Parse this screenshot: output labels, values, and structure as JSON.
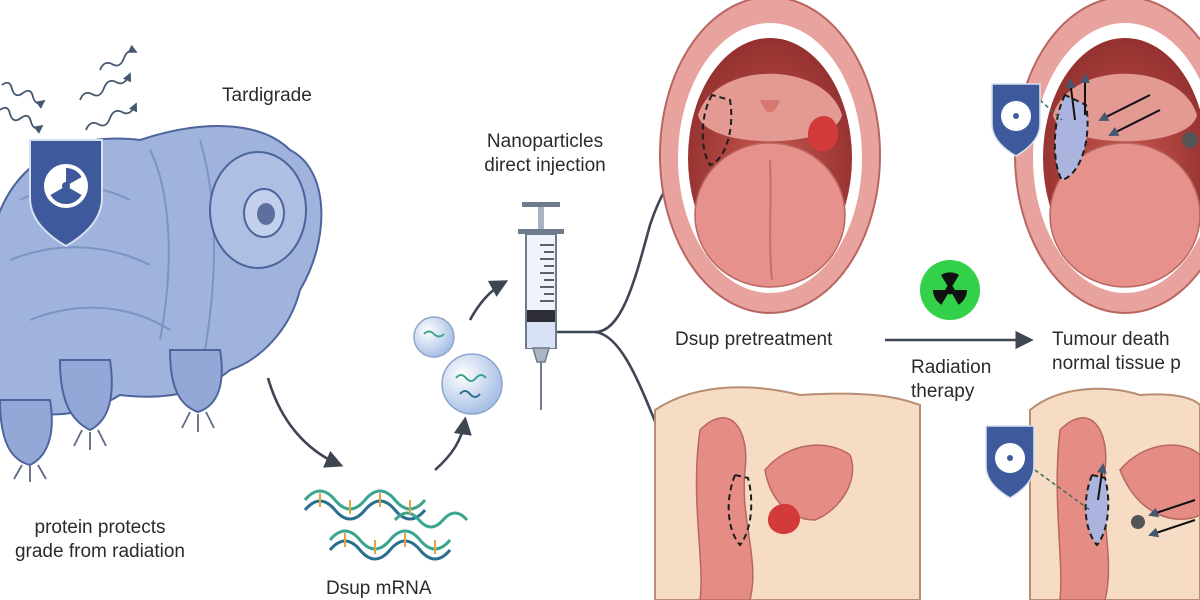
{
  "labels": {
    "tardigrade": "Tardigrade",
    "protein_line1": "protein protects",
    "protein_line2": "grade from radiation",
    "nanoparticles_line1": "Nanoparticles",
    "nanoparticles_line2": "direct injection",
    "dsup_mrna": "Dsup mRNA",
    "dsup_pretreatment": "Dsup pretreatment",
    "radiation_line1": "Radiation",
    "radiation_line2": "therapy",
    "tumour_line1": "Tumour death",
    "tumour_line2": "normal tissue p"
  },
  "colors": {
    "tardigrade_body": "#9fb3dc",
    "tardigrade_outline": "#4e649c",
    "shield": "#3f5a9c",
    "radiation_badge": "#33d14a",
    "arrow": "#3d4652",
    "oral_mucosa": "#e9a39e",
    "tumour": "#d33a3a",
    "pelvic_skin": "#f7dcc5",
    "pelvic_organ": "#e58c85",
    "mrna_strand": "#3aa48f",
    "nanoparticle": "#c9d8ef"
  },
  "icons": [
    "radiation-shield-icon",
    "radiation-hazard-icon",
    "syringe-icon",
    "nanoparticle-icon",
    "mrna-strand-icon"
  ]
}
